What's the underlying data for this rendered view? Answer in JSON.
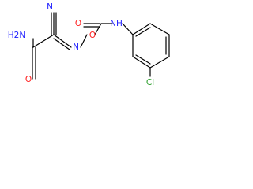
{
  "molecule": {
    "atoms": {
      "N1": {
        "text": "N",
        "color": "#1f1fff"
      },
      "O_ester": {
        "text": "O",
        "color": "#ff1f1f"
      },
      "O_carbonyl": {
        "text": "O",
        "color": "#ff1f1f"
      },
      "NH": {
        "text": "NH",
        "color": "#1f1fff"
      },
      "N_nitrile": {
        "text": "N",
        "color": "#1f1fff"
      },
      "H2N": {
        "text": "H2N",
        "color": "#1f1fff"
      },
      "O_amide": {
        "text": "O",
        "color": "#ff1f1f"
      },
      "Cl": {
        "text": "Cl",
        "color": "#2e9f2e"
      }
    }
  }
}
